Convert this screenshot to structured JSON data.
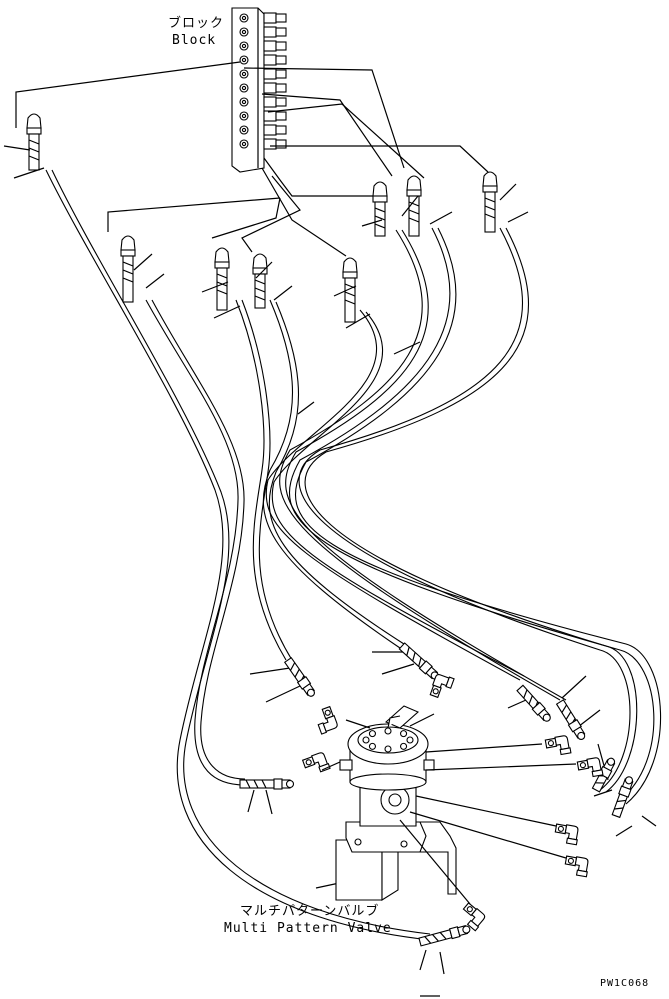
{
  "labels": {
    "block_jp": "ブロック",
    "block_en": "Block",
    "valve_jp": "マルチパターンバルブ",
    "valve_en": "Multi Pattern Valve",
    "drawing_code": "PW1C068"
  }
}
